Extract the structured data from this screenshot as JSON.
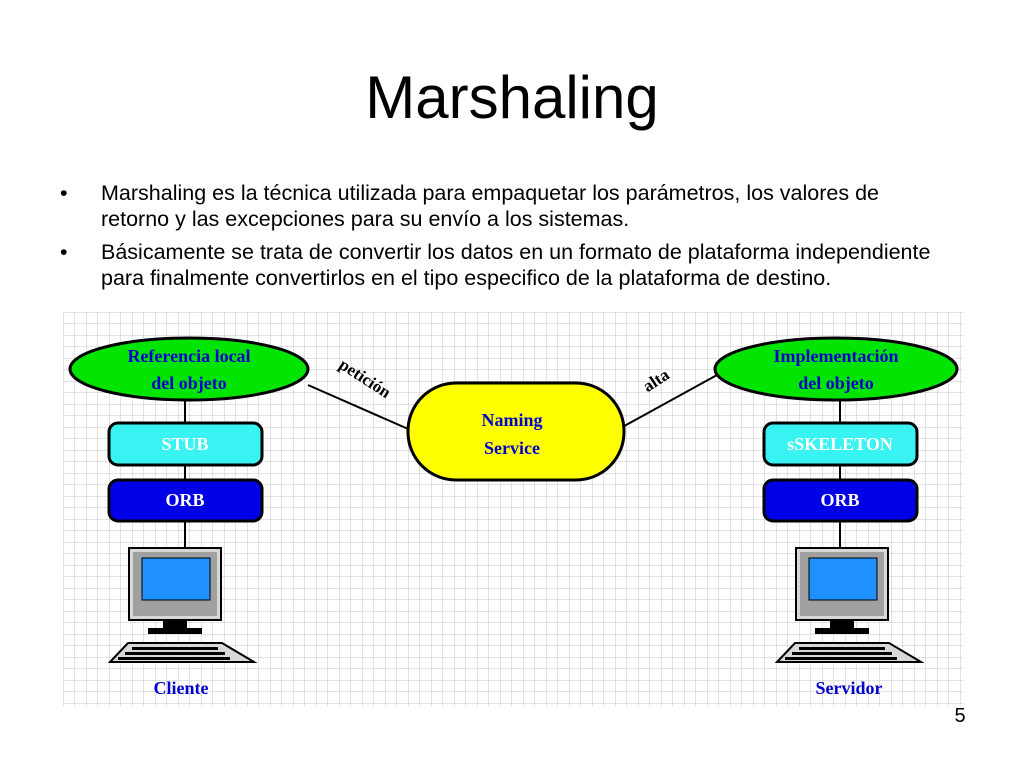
{
  "slide": {
    "title": "Marshaling",
    "page_number": "5",
    "bullets": [
      "Marshaling es la técnica utilizada para empaquetar los parámetros, los valores de retorno y las excepciones para su envío a los sistemas.",
      " Básicamente se trata de convertir los datos en un formato de plataforma independiente para finalmente convertirlos en el tipo especifico de la plataforma de destino."
    ],
    "bullet_glyph": "•"
  },
  "diagram": {
    "client": {
      "reference_line1": "Referencia local",
      "reference_line2": "del objeto",
      "stub": "STUB",
      "orb": "ORB",
      "label": "Cliente"
    },
    "server": {
      "implementation_line1": "Implementación",
      "implementation_line2": "del objeto",
      "skeleton": "sSKELETON",
      "orb": "ORB",
      "label": "Servidor"
    },
    "naming": {
      "line1": "Naming",
      "line2": "Service"
    },
    "links": {
      "left": "petición",
      "right": "alta"
    },
    "colors": {
      "ellipse": "#00e400",
      "stub": "#39f3f3",
      "orb": "#0000e6",
      "naming": "#ffff00",
      "screen": "#1e90ff",
      "label_blue": "#0000cc",
      "grid": "#c4c4c4"
    }
  }
}
